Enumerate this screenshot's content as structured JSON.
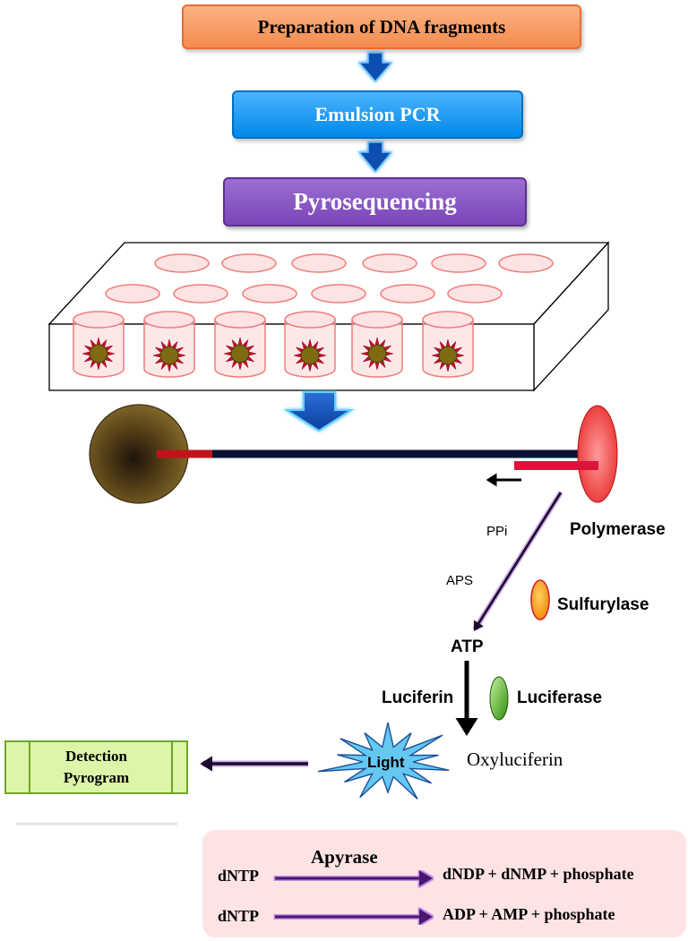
{
  "steps": {
    "preparation": "Preparation of DNA fragments",
    "emulsion": "Emulsion PCR",
    "pyrosequencing": "Pyrosequencing"
  },
  "labels": {
    "ppi": "PPi",
    "polymerase": "Polymerase",
    "aps": "APS",
    "sulfurylase": "Sulfurylase",
    "atp": "ATP",
    "luciferin": "Luciferin",
    "luciferase": "Luciferase",
    "light": "Light",
    "oxyluciferin": "Oxyluciferin"
  },
  "detection": {
    "line1": "Detection",
    "line2": "Pyrogram"
  },
  "apyrase": {
    "title": "Apyrase",
    "reactions": [
      {
        "substrate": "dNTP",
        "products": "dNDP + dNMP + phosphate"
      },
      {
        "substrate": "dNTP",
        "products": "ADP + AMP + phosphate"
      }
    ]
  },
  "colors": {
    "preparation": "#f48b4e",
    "emulsion": "#0088e8",
    "pyrosequencing": "#7a45b8",
    "detection": "#ddf5a8",
    "apyrase_bg": "#fde3e3",
    "step_arrow": "#0a4fb0",
    "bead": "#6b5320",
    "polymerase": "#f04a4a",
    "sulfurylase": "#f7a21b",
    "luciferase": "#2e9c12",
    "light": "#64c8f0",
    "reaction_arrow": "#7b2a9c"
  }
}
